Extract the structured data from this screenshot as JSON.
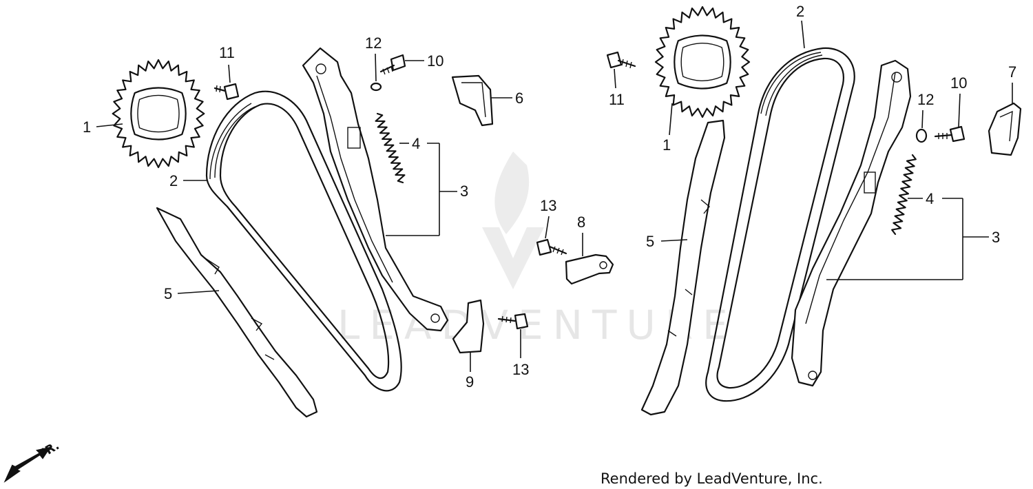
{
  "watermark": "LEADVENTURE",
  "credit": "Rendered by LeadVenture, Inc.",
  "front_marker": "FR.",
  "labels": {
    "l1a": "1",
    "l2a": "2",
    "l3a": "3",
    "l4a": "4",
    "l5a": "5",
    "l6": "6",
    "l9": "9",
    "l10a": "10",
    "l11a": "11",
    "l12a": "12",
    "l13a": "13",
    "l13b": "13",
    "l8": "8",
    "l1b": "1",
    "l2b": "2",
    "l3b": "3",
    "l4b": "4",
    "l5b": "5",
    "l7": "7",
    "l10b": "10",
    "l11b": "11",
    "l12b": "12"
  },
  "colors": {
    "line": "#111111",
    "watermark": "#e6e6e6",
    "background": "#ffffff"
  }
}
